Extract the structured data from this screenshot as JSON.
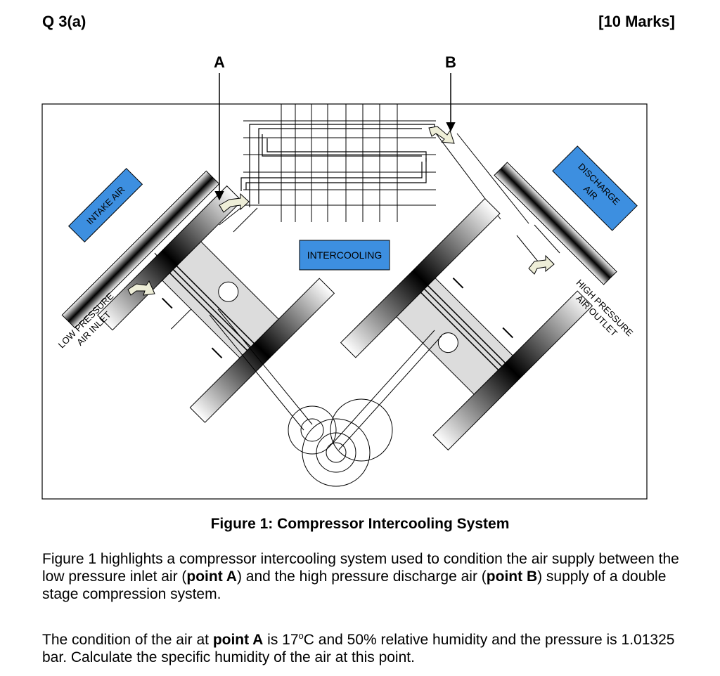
{
  "header": {
    "question": "Q 3(a)",
    "marks": "[10 Marks]"
  },
  "diagram": {
    "point_a": "A",
    "point_b": "B",
    "intake_air": "INTAKE AIR",
    "discharge_air_1": "DISCHARGE",
    "discharge_air_2": "AIR",
    "intercooling": "INTERCOOLING",
    "low_pressure_1": "LOW PRESSURE",
    "low_pressure_2": "AIR INLET",
    "high_pressure_1": "HIGH PRESSURE",
    "high_pressure_2": "AIR OUTLET",
    "colors": {
      "label_fill": "#3d8fe0",
      "arrow_fill": "#eeeed8",
      "cylinder_fill": "#dcdcdc"
    }
  },
  "caption": "Figure 1: Compressor Intercooling System",
  "paragraph1": {
    "t1": "Figure 1  highlights a compressor intercooling system used to condition the air supply between the low pressure  inlet air (",
    "b1": "point A",
    "t2": ") and the high pressure discharge air (",
    "b2": "point B",
    "t3": ") supply of a double stage compression system."
  },
  "paragraph2": {
    "t1": "The condition of the air at ",
    "b1": "point A",
    "t2": " is 17",
    "sup": "o",
    "t3": "C and 50% relative humidity and the pressure is 1.01325 bar. Calculate the specific humidity of the air at this point."
  }
}
